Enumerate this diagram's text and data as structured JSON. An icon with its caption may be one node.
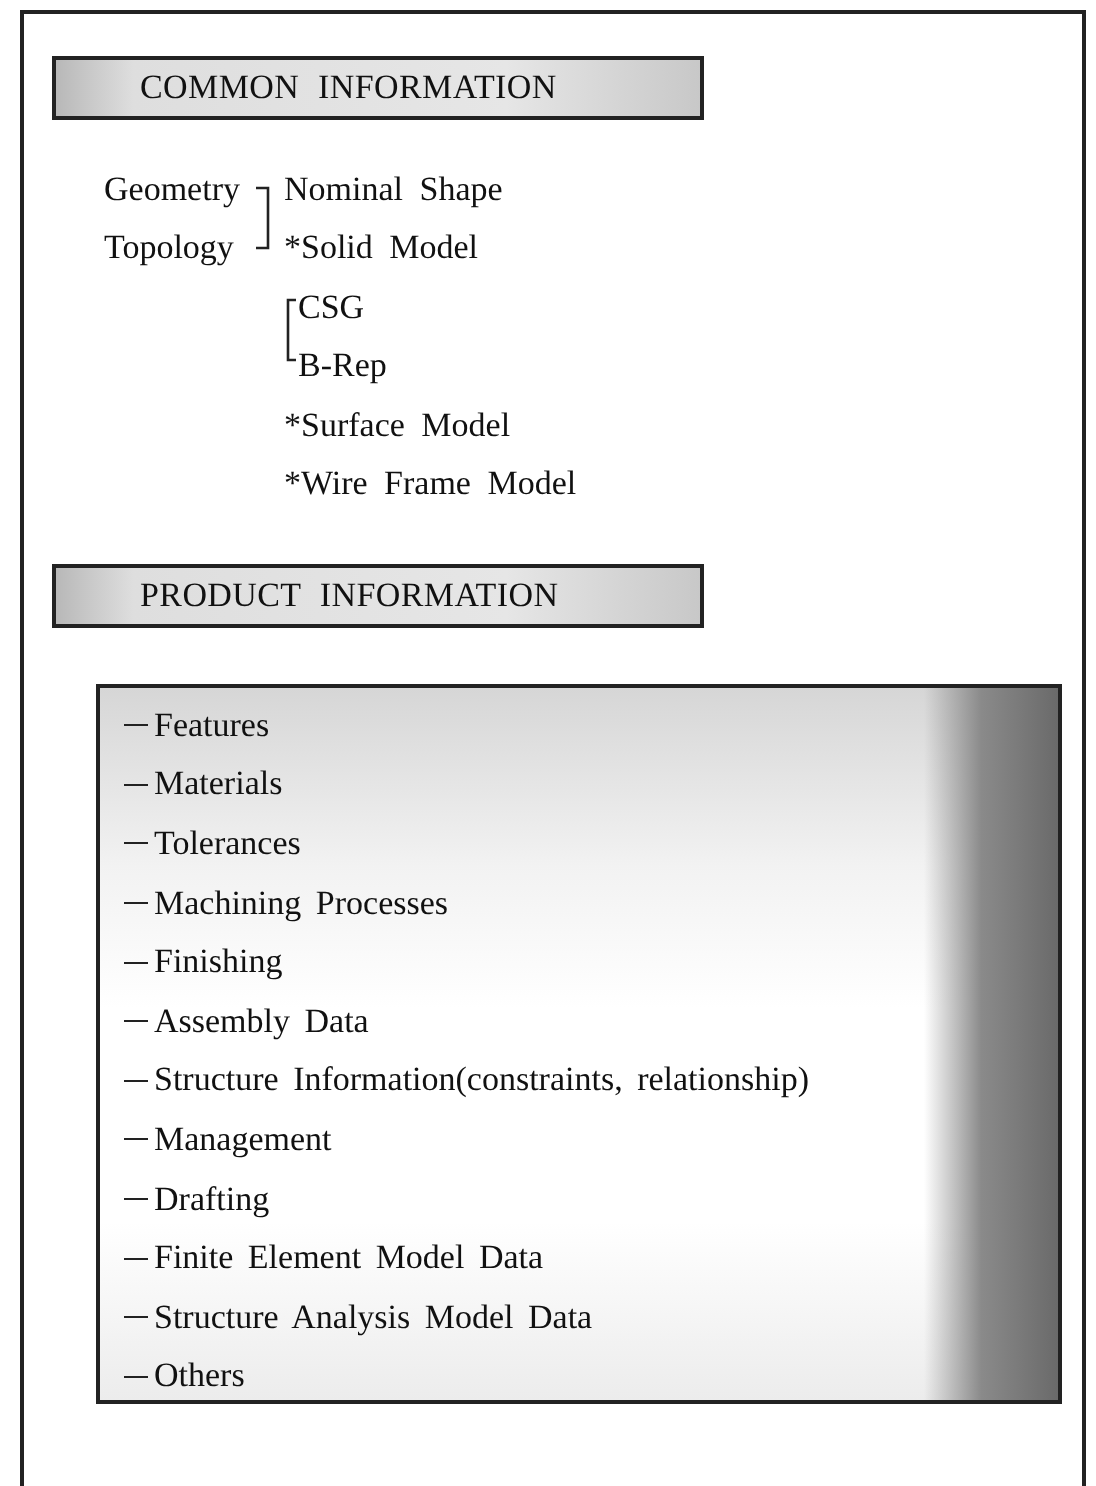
{
  "diagram": {
    "nodes": [
      {
        "text": [],
        "shape": "box"
      },
      {
        "text": [
          "COMMON INFORMATION"
        ],
        "in": 0
      },
      {
        "text": [
          "PRODUCT INFORMATION"
        ],
        "in": 0
      },
      {
        "text": [
          "Features",
          "Materials",
          "Tolerances",
          "Machining Processes",
          "Finishing",
          "Assembly Data",
          "Structure Information(constraints, relationship)",
          "Management",
          "Drafting",
          "Finite Element Model Data",
          "Structure Analysis Model Data",
          "Others"
        ],
        "in": 0
      }
    ],
    "labels": [
      "Geometry",
      "Topology",
      "Nominal Shape",
      "*Solid Model",
      "CSG",
      "B-Rep",
      "*Surface Model",
      "*Wire Frame Model"
    ]
  }
}
